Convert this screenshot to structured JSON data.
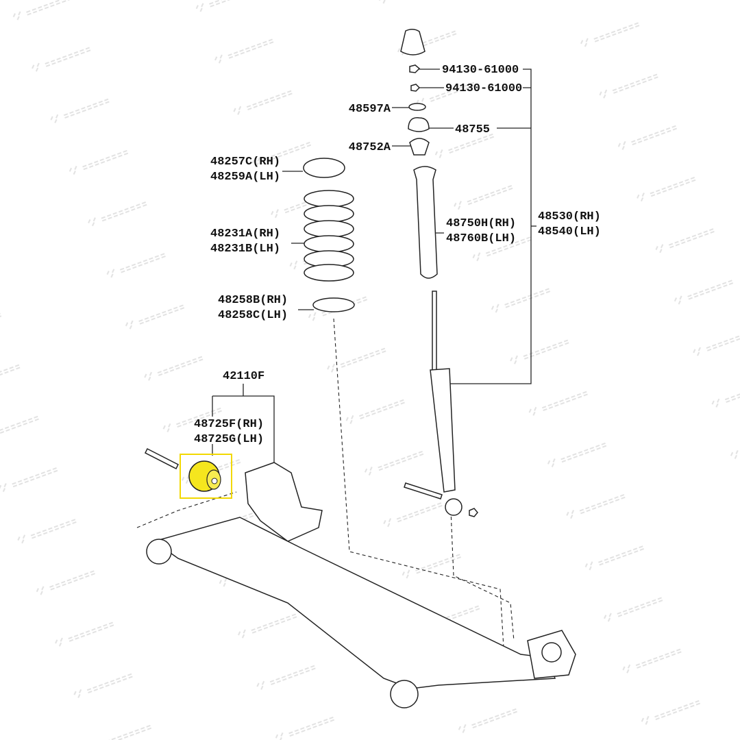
{
  "watermark": "TuAutoSpare.cl",
  "highlight_color": "#f5e61e",
  "labels": {
    "nut_1": "94130-61000",
    "nut_2": "94130-61000",
    "washer": "48597A",
    "support": "48755",
    "bearing": "48752A",
    "upper_seat_rh": "48257C(RH)",
    "upper_seat_lh": "48259A(LH)",
    "spring_rh": "48231A(RH)",
    "spring_lh": "48231B(LH)",
    "lower_seat_rh": "48258B(RH)",
    "lower_seat_lh": "48258C(LH)",
    "boot_rh": "48750H(RH)",
    "boot_lh": "48760B(LH)",
    "absorber_rh": "48530(RH)",
    "absorber_lh": "48540(LH)",
    "axle_beam": "42110F",
    "bushing_rh": "48725F(RH)",
    "bushing_lh": "48725G(LH)"
  }
}
